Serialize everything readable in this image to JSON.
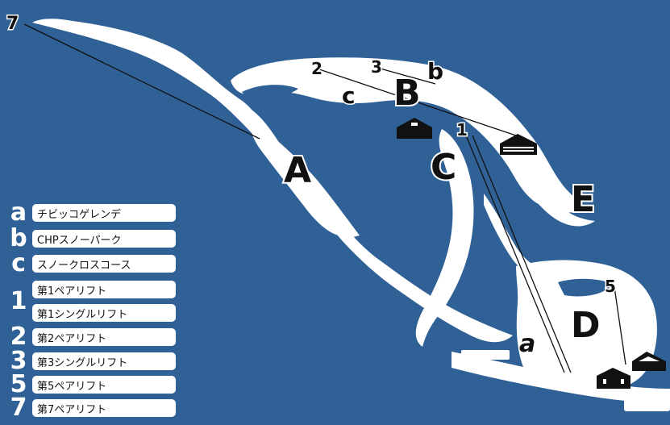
{
  "map": {
    "background_color": "#2f6197",
    "snow_color": "#ffffff",
    "course_labels": [
      "A",
      "B",
      "C",
      "D",
      "E"
    ],
    "lift_labels": [
      "7",
      "2",
      "3",
      "1",
      "5"
    ],
    "area_labels": [
      "b",
      "c",
      "a"
    ],
    "icons": [
      "lodge-icon",
      "station-icon",
      "lodge-icon",
      "station-icon"
    ]
  },
  "legend": {
    "items": [
      {
        "key": "a",
        "label": "チビッコゲレンデ"
      },
      {
        "key": "b",
        "label": "CHPスノーパーク"
      },
      {
        "key": "c",
        "label": "スノークロスコース"
      },
      {
        "key": "1",
        "label": "第1ペアリフト"
      },
      {
        "key": "",
        "label": "第1シングルリフト"
      },
      {
        "key": "2",
        "label": "第2ペアリフト"
      },
      {
        "key": "3",
        "label": "第3シングルリフト"
      },
      {
        "key": "5",
        "label": "第5ペアリフト"
      },
      {
        "key": "7",
        "label": "第7ペアリフト"
      }
    ]
  }
}
